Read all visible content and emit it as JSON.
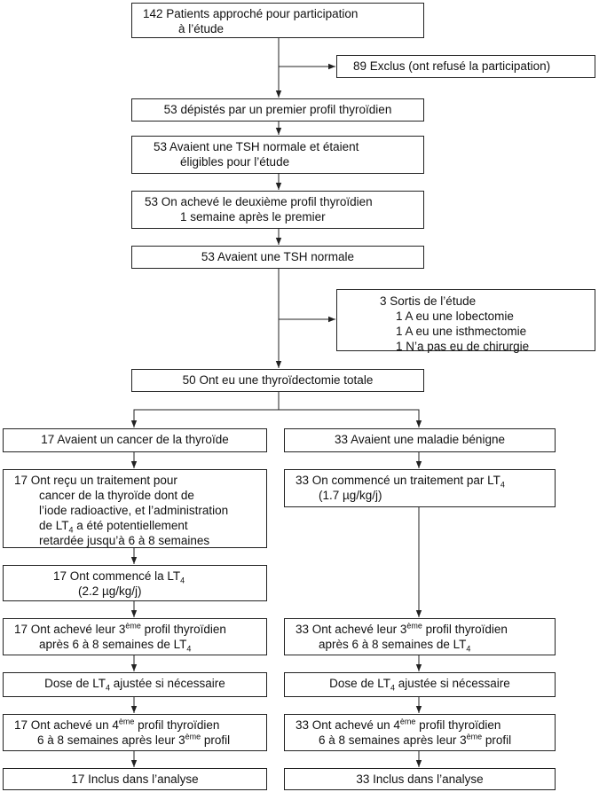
{
  "n1": {
    "count": "142",
    "line1": "Patients approché pour participation",
    "line2": "à l’étude"
  },
  "excl1": {
    "count": "89",
    "text": "Exclus (ont refusé la participation)"
  },
  "n2": {
    "count": "53",
    "text": "dépistés par un premier profil thyroïdien"
  },
  "n3": {
    "count": "53",
    "line1": "Avaient une TSH normale et étaient",
    "line2": "éligibles pour l’étude"
  },
  "n4": {
    "count": "53",
    "line1": "On achevé le deuxième profil thyroïdien",
    "line2": "1 semaine après le premier"
  },
  "n5": {
    "count": "53",
    "text": "Avaient une TSH normale"
  },
  "excl2": {
    "count": "3",
    "title": "Sortis de l’étude",
    "items": [
      {
        "count": "1",
        "text": "A eu une lobectomie"
      },
      {
        "count": "1",
        "text": "A eu une isthmectomie"
      },
      {
        "count": "1",
        "text": "N’a pas eu de chirurgie"
      }
    ]
  },
  "n6": {
    "count": "50",
    "text": "Ont eu une thyroïdectomie totale"
  },
  "left": {
    "b1": {
      "count": "17",
      "text": "Avaient un cancer de la thyroïde"
    },
    "b2": {
      "count": "17",
      "line1": "Ont reçu un traitement pour",
      "line2": "cancer de la thyroïde dont de",
      "line3": "l’iode radioactive, et l’administration",
      "line4a": "de LT",
      "sub": "4",
      "line4b": " a été potentiellement",
      "line5": "retardée jusqu’à 6 à 8 semaines"
    },
    "b3": {
      "count": "17",
      "line1a": "Ont commencé la LT",
      "sub": "4",
      "line2": "(2.2 µg/kg/j)"
    },
    "b4": {
      "count": "17",
      "line1a": "Ont achevé leur 3",
      "sup": "ème",
      "line1b": " profil thyroïdien",
      "line2a": "après 6 à 8 semaines de LT",
      "sub": "4"
    },
    "b5": {
      "text_a": "Dose de LT",
      "sub": "4",
      "text_b": " ajustée si nécessaire"
    },
    "b6": {
      "count": "17",
      "line1a": "Ont achevé un 4",
      "sup1": "ème",
      "line1b": " profil thyroïdien",
      "line2a": "6 à 8 semaines après leur 3",
      "sup2": "ème",
      "line2b": " profil"
    },
    "b7": {
      "count": "17",
      "text": "Inclus dans l’analyse"
    }
  },
  "right": {
    "b1": {
      "count": "33",
      "text": "Avaient une maladie bénigne"
    },
    "b2": {
      "count": "33",
      "line1a": "On commencé un traitement par LT",
      "sub": "4",
      "line2": "(1.7 µg/kg/j)"
    },
    "b4": {
      "count": "33",
      "line1a": "Ont achevé leur 3",
      "sup": "ème",
      "line1b": " profil thyroïdien",
      "line2a": "après 6 à 8 semaines de LT",
      "sub": "4"
    },
    "b5": {
      "text_a": "Dose de LT",
      "sub": "4",
      "text_b": " ajustée si nécessaire"
    },
    "b6": {
      "count": "33",
      "line1a": "Ont achevé un 4",
      "sup1": "ème",
      "line1b": " profil thyroïdien",
      "line2a": "6 à 8 semaines après leur 3",
      "sup2": "ème",
      "line2b": " profil"
    },
    "b7": {
      "count": "33",
      "text": "Inclus dans l’analyse"
    }
  }
}
